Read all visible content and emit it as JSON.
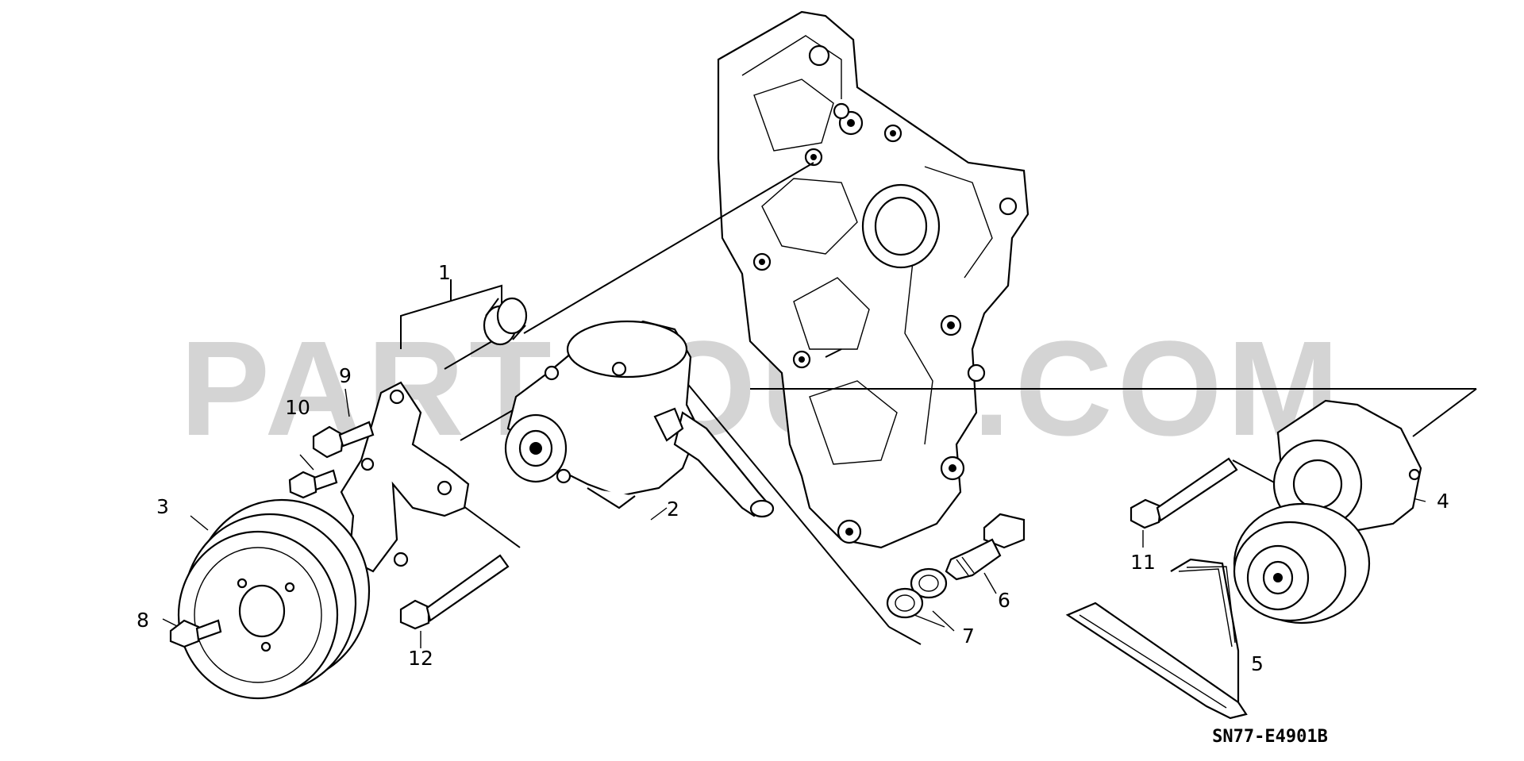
{
  "watermark": "PARTSOUQ.COM",
  "diagram_code": "SN77-E4901B",
  "callouts": [
    {
      "id": "callout-1",
      "text": "1"
    },
    {
      "id": "callout-2",
      "text": "2"
    },
    {
      "id": "callout-3",
      "text": "3"
    },
    {
      "id": "callout-4",
      "text": "4"
    },
    {
      "id": "callout-5",
      "text": "5"
    },
    {
      "id": "callout-6",
      "text": "6"
    },
    {
      "id": "callout-7",
      "text": "7"
    },
    {
      "id": "callout-8",
      "text": "8"
    },
    {
      "id": "callout-9",
      "text": "9"
    },
    {
      "id": "callout-10",
      "text": "10"
    },
    {
      "id": "callout-11",
      "text": "11"
    },
    {
      "id": "callout-12",
      "text": "12"
    }
  ]
}
